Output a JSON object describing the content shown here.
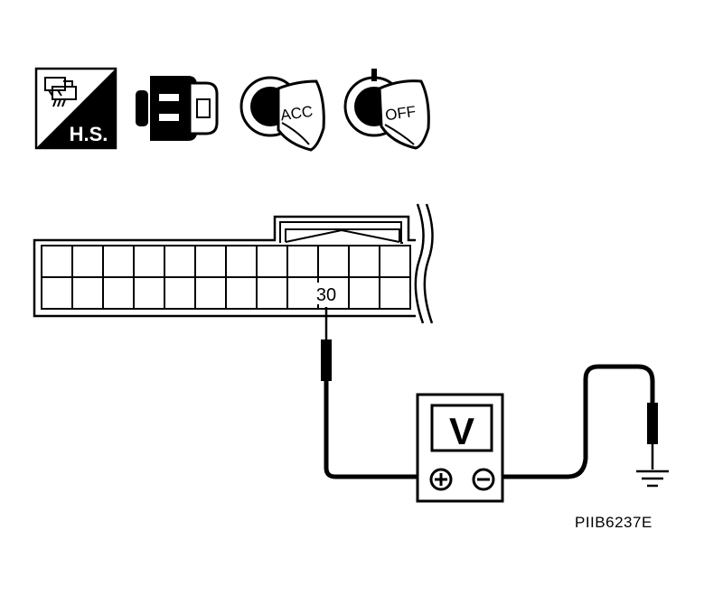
{
  "icons": {
    "harness_side": {
      "label": "H.S."
    },
    "connector_disconnected": {
      "name": "connector-disconnected-icon"
    },
    "ignition_acc": {
      "label": "ACC"
    },
    "ignition_off": {
      "label": "OFF"
    }
  },
  "connector": {
    "terminal_label": "30"
  },
  "meter": {
    "display": "V",
    "plus_symbol": "⊕",
    "minus_symbol": "⊖"
  },
  "figure_id": "PIIB6237E",
  "colors": {
    "ink": "#000000",
    "paper": "#ffffff"
  }
}
